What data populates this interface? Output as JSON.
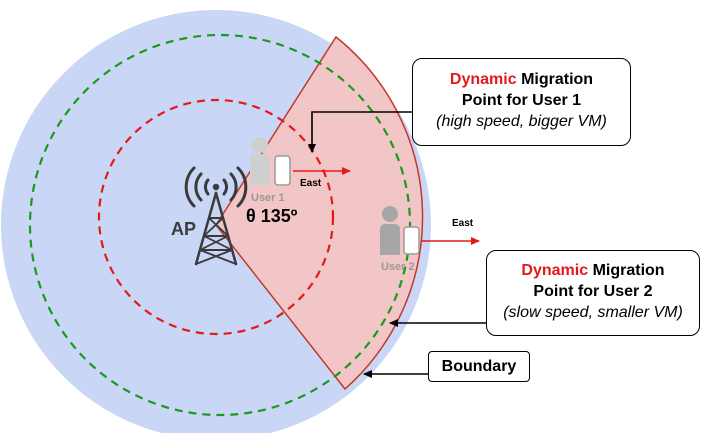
{
  "ap_label": "AP",
  "angle_label": "θ 135º",
  "user1": {
    "label": "User 1",
    "direction": "East"
  },
  "user2": {
    "label": "User 2",
    "direction": "East"
  },
  "callout_user1": {
    "word_red": "Dynamic",
    "word_rest": " Migration",
    "line2": "Point for User 1",
    "line3": "(high speed, bigger VM)"
  },
  "callout_user2": {
    "word_red": "Dynamic",
    "word_rest": " Migration",
    "line2": "Point for User 2",
    "line3": "(slow speed, smaller VM)"
  },
  "boundary_label": "Boundary",
  "colors": {
    "coverage_fill": "#c9d6f5",
    "sector_fill": "#f2c6c6",
    "sector_stroke": "#c0392b",
    "outer_ring": "#1a9a1a",
    "inner_ring": "#e31a1c",
    "arrow_red": "#e31a1c",
    "user_icon": "#a6a6a6",
    "accent_red_text": "#e31a1c"
  }
}
